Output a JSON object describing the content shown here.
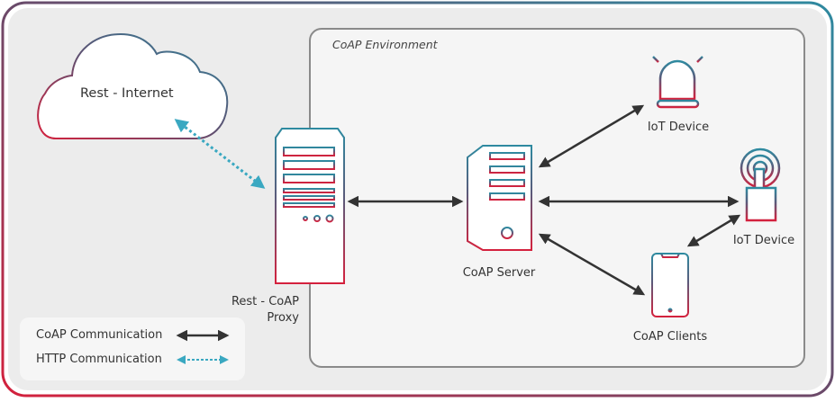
{
  "diagram": {
    "title": "CoAP architecture",
    "environment_label": "CoAP Environment",
    "nodes": {
      "cloud": {
        "label": "Rest - Internet",
        "icon": "cloud-icon"
      },
      "proxy": {
        "label_line1": "Rest - CoAP",
        "label_line2": "Proxy",
        "icon": "server-tower-icon"
      },
      "server": {
        "label": "CoAP Server",
        "icon": "server-icon"
      },
      "iot_alarm": {
        "label": "IoT Device",
        "icon": "alarm-beacon-icon"
      },
      "iot_antenna": {
        "label": "IoT Device",
        "icon": "antenna-device-icon"
      },
      "clients": {
        "label": "CoAP Clients",
        "icon": "smartphone-icon"
      }
    },
    "edges": [
      {
        "from": "cloud",
        "to": "proxy",
        "type": "HTTP"
      },
      {
        "from": "proxy",
        "to": "server",
        "type": "CoAP"
      },
      {
        "from": "server",
        "to": "iot_alarm",
        "type": "CoAP"
      },
      {
        "from": "server",
        "to": "iot_antenna",
        "type": "CoAP"
      },
      {
        "from": "server",
        "to": "clients",
        "type": "CoAP"
      },
      {
        "from": "clients",
        "to": "iot_antenna",
        "type": "CoAP"
      }
    ],
    "legend": [
      {
        "label": "CoAP Communication",
        "style": "solid-dark"
      },
      {
        "label": "HTTP Communication",
        "style": "dotted-teal"
      }
    ]
  },
  "colors": {
    "gradient_red": "#d4213d",
    "gradient_teal": "#2e8aa0",
    "coap_arrow": "#333333",
    "http_arrow": "#3aa8c1",
    "outer_fill": "#ececec",
    "env_fill": "#f5f5f5",
    "env_border": "#8a8a8a"
  }
}
